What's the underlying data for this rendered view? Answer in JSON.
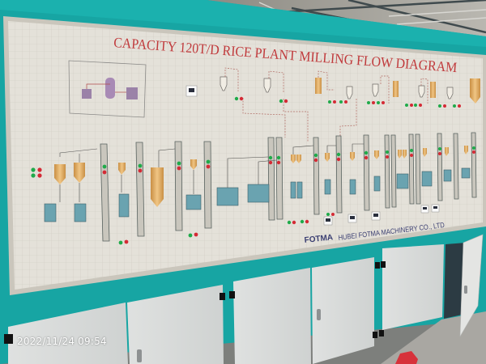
{
  "panel": {
    "title": "CAPACITY 120T/D RICE PLANT MILLING FLOW DIAGRAM",
    "brand": "FOTMA",
    "manufacturer": "HUBEI FOTMA MACHINERY CO., LTD",
    "colors": {
      "cabinet_teal": "#17a5a3",
      "board": "#e3e0d8",
      "title_red": "#c0393b",
      "brand_navy": "#3b3f72",
      "button_green": "#1faa4a",
      "button_red": "#d42a35",
      "silo_orange": "#e2b068",
      "machine_blue": "#6aa3b0"
    },
    "indicators": {
      "push_button_pairs": 30,
      "digital_meters": 8
    }
  },
  "cabinet": {
    "doors": 7,
    "open_door": "rightmost"
  },
  "photo": {
    "timestamp": "2022/11/24 09:54"
  }
}
